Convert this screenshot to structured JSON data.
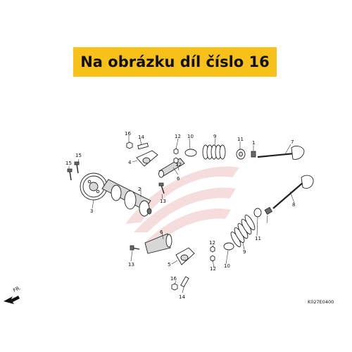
{
  "banner": {
    "text": "Na obrázku díl číslo 16",
    "background": "#f7c11a"
  },
  "diagram": {
    "code": "K027E0400",
    "orientation_text": "FR.",
    "callouts": [
      "1",
      "2",
      "3",
      "4",
      "5",
      "6",
      "6",
      "7",
      "8",
      "9",
      "9",
      "10",
      "10",
      "11",
      "11",
      "12",
      "12",
      "12",
      "12",
      "13",
      "13",
      "14",
      "14",
      "15",
      "15",
      "16",
      "16"
    ]
  }
}
